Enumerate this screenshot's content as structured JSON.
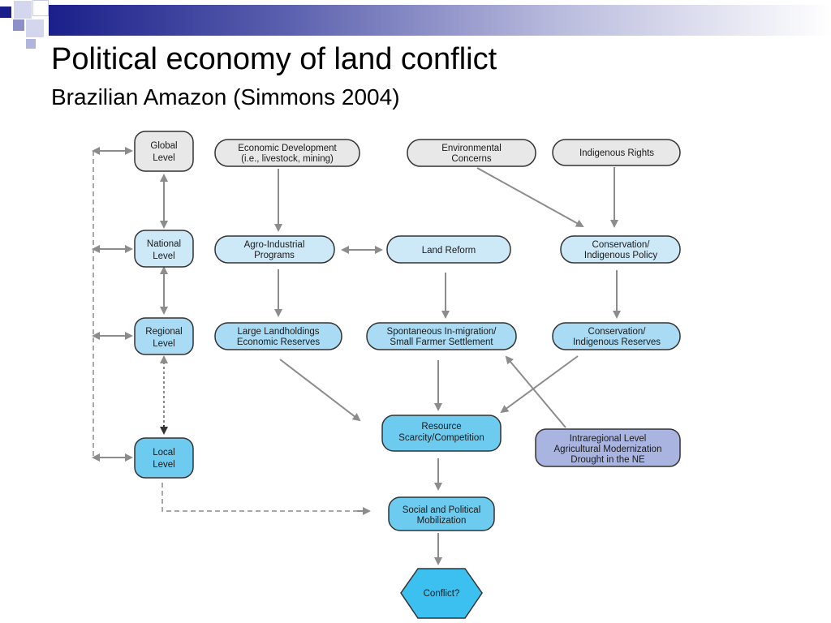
{
  "slide": {
    "title": "Political economy of land conflict",
    "subtitle": "Brazilian Amazon (Simmons 2004)"
  },
  "colors": {
    "header_dark": "#1a1f8a",
    "node_gray": "#e8e8e8",
    "node_light_blue": "#cde9f7",
    "node_mid_blue": "#a9dcf4",
    "node_blue": "#6dcbf0",
    "node_lavender": "#aab4e0",
    "arrow": "#8c8c8c"
  },
  "nodes": {
    "global_level": [
      "Global",
      "Level"
    ],
    "national_level": [
      "National",
      "Level"
    ],
    "regional_level": [
      "Regional",
      "Level"
    ],
    "local_level": [
      "Local",
      "Level"
    ],
    "economic_development": [
      "Economic Development",
      "(i.e., livestock, mining)"
    ],
    "environmental_concerns": [
      "Environmental",
      "Concerns"
    ],
    "indigenous_rights": [
      "Indigenous Rights"
    ],
    "agro_industrial_programs": [
      "Agro-Industrial",
      "Programs"
    ],
    "land_reform": [
      "Land Reform"
    ],
    "conservation_policy": [
      "Conservation/",
      "Indigenous Policy"
    ],
    "large_landholdings": [
      "Large Landholdings",
      "Economic Reserves"
    ],
    "spontaneous_migration": [
      "Spontaneous In-migration/",
      "Small Farmer Settlement"
    ],
    "conservation_reserves": [
      "Conservation/",
      "Indigenous Reserves"
    ],
    "resource_scarcity": [
      "Resource",
      "Scarcity/Competition"
    ],
    "intraregional_level": [
      "Intraregional Level",
      "Agricultural Modernization",
      "Drought in the NE"
    ],
    "social_mobilization": [
      "Social and Political",
      "Mobilization"
    ],
    "conflict": [
      "Conflict?"
    ]
  }
}
